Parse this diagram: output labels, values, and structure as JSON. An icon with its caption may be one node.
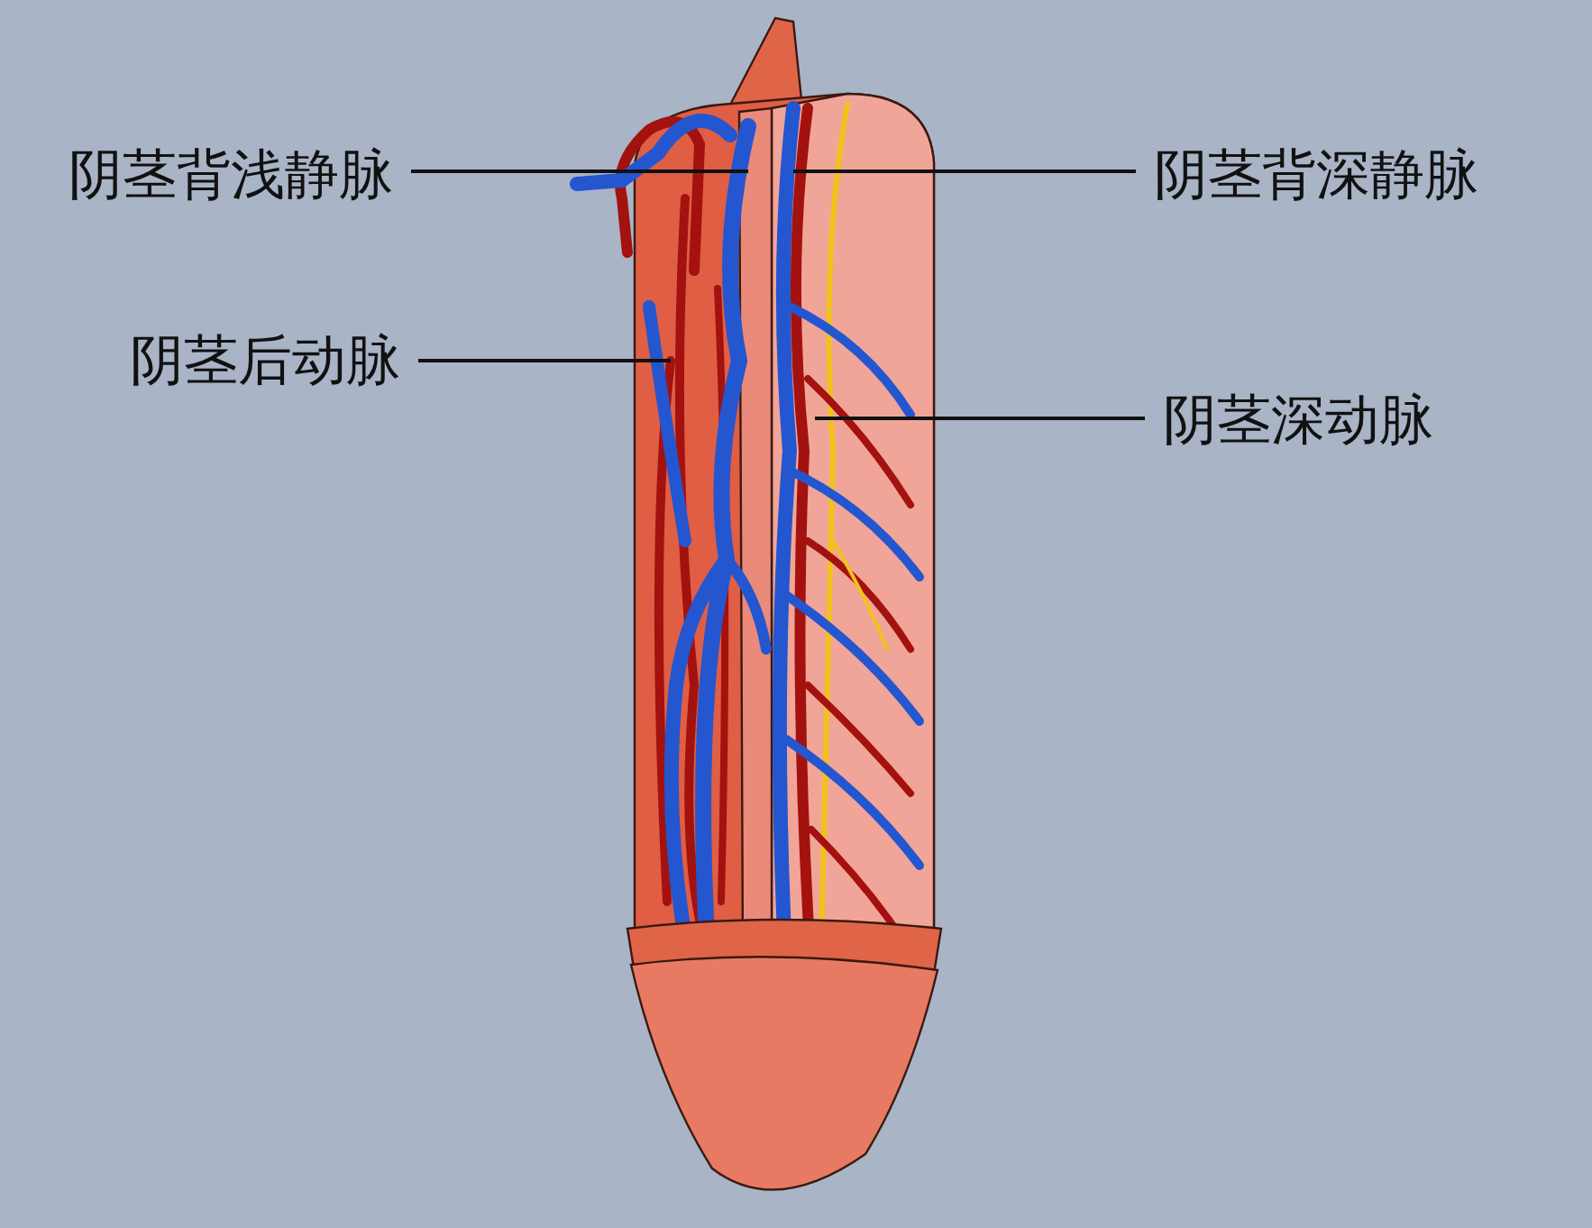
{
  "diagram": {
    "nodes": [
      {
        "text": [
          "阴茎背浅静脉"
        ]
      },
      {
        "text": [
          "阴茎背深静脉"
        ]
      },
      {
        "text": [
          "阴茎后动脉"
        ]
      },
      {
        "text": [
          "阴茎深动脉"
        ]
      }
    ],
    "edges": [
      {
        "from": 0,
        "to": null,
        "arrow": "none"
      },
      {
        "from": 1,
        "to": null,
        "arrow": "none"
      },
      {
        "from": 2,
        "to": null,
        "arrow": "none"
      },
      {
        "from": 3,
        "to": null,
        "arrow": "none"
      }
    ]
  }
}
